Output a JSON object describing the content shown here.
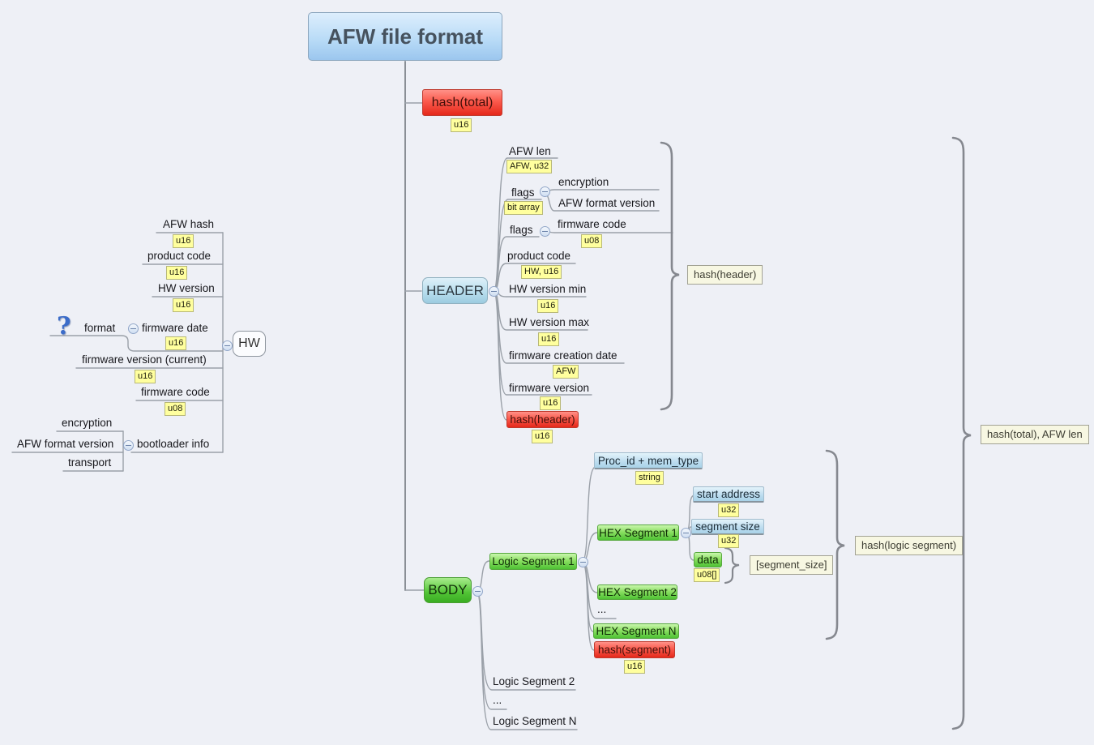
{
  "title": "AFW file format",
  "hash_total": {
    "label": "hash(total)",
    "dtype": "u16"
  },
  "hw": {
    "label": "HW",
    "items": [
      {
        "label": "AFW hash",
        "dtype": "u16"
      },
      {
        "label": "product code",
        "dtype": "u16"
      },
      {
        "label": "HW version",
        "dtype": "u16"
      },
      {
        "label": "firmware date",
        "dtype": "u16"
      },
      {
        "label": "firmware version (current)",
        "dtype": "u16"
      },
      {
        "label": "firmware code",
        "dtype": "u08"
      },
      {
        "label": "bootloader info"
      }
    ],
    "format_child": {
      "label": "format"
    },
    "bootloader_children": [
      {
        "label": "encryption"
      },
      {
        "label": "AFW format version"
      },
      {
        "label": "transport"
      }
    ]
  },
  "header": {
    "label": "HEADER",
    "brace_label": "hash(header)",
    "items": [
      {
        "label": "AFW len",
        "dtype": "AFW, u32"
      },
      {
        "label": "flags",
        "dtype": "bit array"
      },
      {
        "label": "flags"
      },
      {
        "label": "product code",
        "dtype": "HW, u16"
      },
      {
        "label": "HW version min",
        "dtype": "u16"
      },
      {
        "label": "HW version max",
        "dtype": "u16"
      },
      {
        "label": "firmware creation date",
        "dtype": "AFW"
      },
      {
        "label": "firmware version",
        "dtype": "u16"
      },
      {
        "label": "hash(header)",
        "dtype": "u16"
      }
    ],
    "flags1_children": [
      {
        "label": "encryption"
      },
      {
        "label": "AFW format version"
      }
    ],
    "flags2_child": {
      "label": "firmware code",
      "dtype": "u08"
    }
  },
  "body": {
    "label": "BODY",
    "brace_label": "hash(logic segment)",
    "logic_segment_1": {
      "label": "Logic Segment 1",
      "proc_id": {
        "label": "Proc_id + mem_type",
        "dtype": "string"
      },
      "hex_segment_1": {
        "label": "HEX Segment 1",
        "start_address": {
          "label": "start address",
          "dtype": "u32"
        },
        "segment_size": {
          "label": "segment size",
          "dtype": "u32"
        },
        "data": {
          "label": "data",
          "dtype": "u08[]",
          "size_annotation": "[segment_size]"
        }
      },
      "hex_segment_2": {
        "label": "HEX Segment 2"
      },
      "ellipsis": "...",
      "hex_segment_n": {
        "label": "HEX Segment N"
      },
      "hash_segment": {
        "label": "hash(segment)",
        "dtype": "u16"
      }
    },
    "logic_segment_2": {
      "label": "Logic Segment 2"
    },
    "ellipsis": "...",
    "logic_segment_n": {
      "label": "Logic Segment N"
    },
    "total_suffix": ""
  },
  "total_brace_label": "hash(total), AFW len"
}
